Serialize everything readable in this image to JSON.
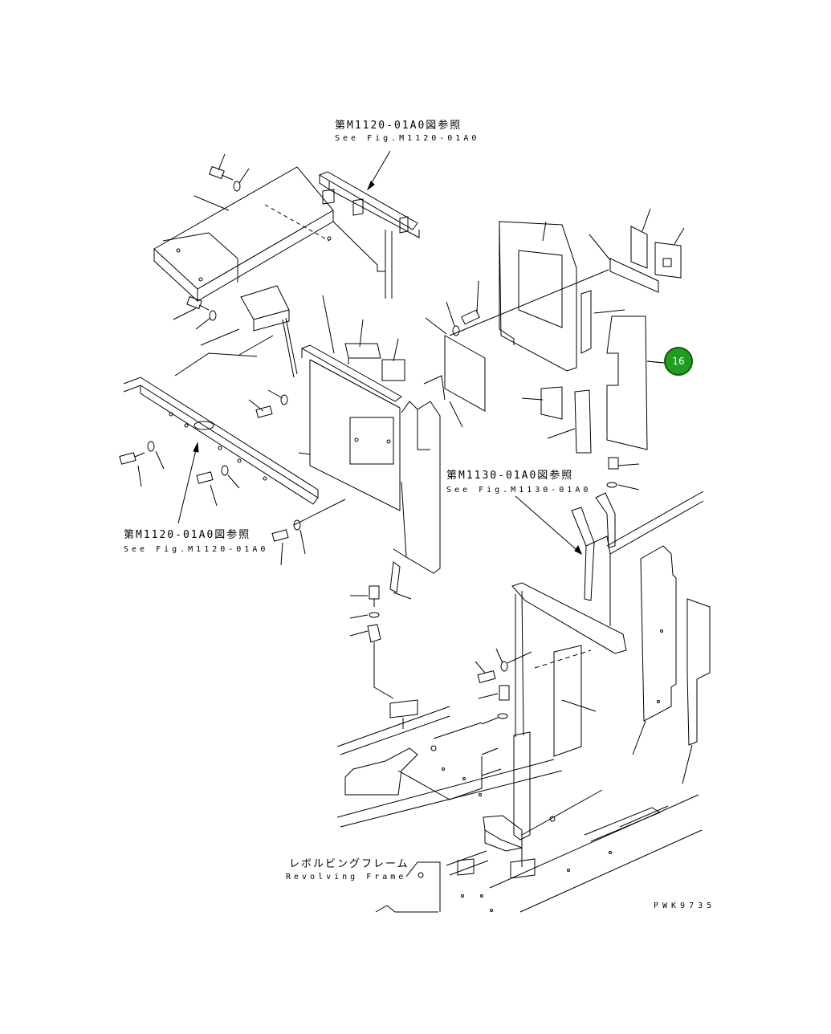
{
  "references": [
    {
      "id": "ref-top",
      "jp": "第M1120-01A0図参照",
      "en": "See Fig.M1120-01A0"
    },
    {
      "id": "ref-left",
      "jp": "第M1120-01A0図参照",
      "en": "See Fig.M1120-01A0"
    },
    {
      "id": "ref-right",
      "jp": "第M1130-01A0図参照",
      "en": "See Fig.M1130-01A0"
    }
  ],
  "frame_label": {
    "jp": "レボルビングフレーム",
    "en": "Revolving Frame"
  },
  "drawing_code": "PWK9735",
  "callout": {
    "number": "16",
    "color": "#1f9d1f"
  }
}
